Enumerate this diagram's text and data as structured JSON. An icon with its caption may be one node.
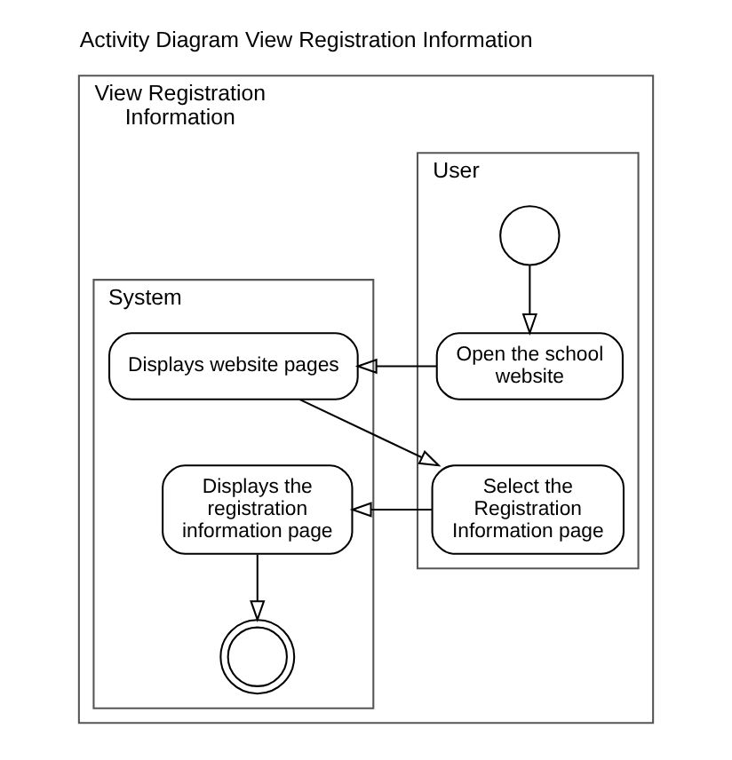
{
  "diagram": {
    "title": "Activity Diagram View Registration Information",
    "nodes": [
      {
        "text": [
          "View Registration Information"
        ]
      },
      {
        "text": [
          "User"
        ],
        "in": 0
      },
      {
        "text": [
          "System"
        ],
        "in": 0
      },
      {
        "text": [],
        "shape": "circle",
        "in": 1
      },
      {
        "text": [
          "Open the school website"
        ],
        "in": 1
      },
      {
        "text": [
          "Displays website pages"
        ],
        "in": 2
      },
      {
        "text": [
          "Select the Registration Information page"
        ],
        "in": 1
      },
      {
        "text": [
          "Displays the registration information page"
        ],
        "in": 2
      },
      {
        "text": [],
        "shape": "circle",
        "in": 2
      }
    ],
    "edges": [
      {
        "from": 3,
        "to": 4,
        "arrow": "to"
      },
      {
        "from": 4,
        "to": 5,
        "arrow": "to"
      },
      {
        "from": 5,
        "to": 6,
        "arrow": "to"
      },
      {
        "from": 6,
        "to": 7,
        "arrow": "to"
      },
      {
        "from": 7,
        "to": 8,
        "arrow": "to"
      }
    ]
  }
}
